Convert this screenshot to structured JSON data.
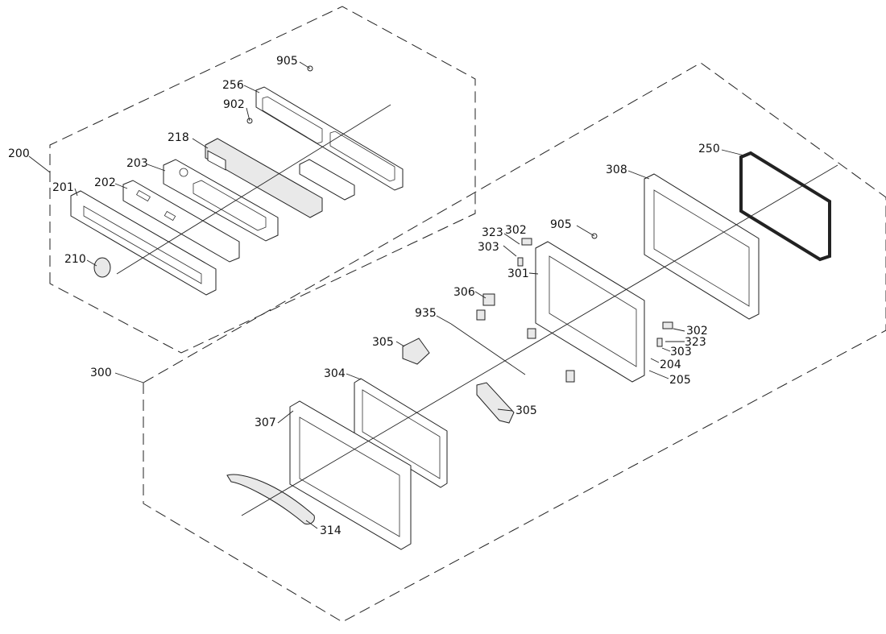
{
  "diagram": {
    "part_labels": [
      {
        "id": "l-200",
        "text": "200"
      },
      {
        "id": "l-905a",
        "text": "905"
      },
      {
        "id": "l-256",
        "text": "256"
      },
      {
        "id": "l-902",
        "text": "902"
      },
      {
        "id": "l-218",
        "text": "218"
      },
      {
        "id": "l-203",
        "text": "203"
      },
      {
        "id": "l-202",
        "text": "202"
      },
      {
        "id": "l-201",
        "text": "201"
      },
      {
        "id": "l-210",
        "text": "210"
      },
      {
        "id": "l-250",
        "text": "250"
      },
      {
        "id": "l-308",
        "text": "308"
      },
      {
        "id": "l-323a",
        "text": "323"
      },
      {
        "id": "l-302a",
        "text": "302"
      },
      {
        "id": "l-905b",
        "text": "905"
      },
      {
        "id": "l-303a",
        "text": "303"
      },
      {
        "id": "l-301",
        "text": "301"
      },
      {
        "id": "l-306",
        "text": "306"
      },
      {
        "id": "l-935",
        "text": "935"
      },
      {
        "id": "l-305a",
        "text": "305"
      },
      {
        "id": "l-302b",
        "text": "302"
      },
      {
        "id": "l-323b",
        "text": "323"
      },
      {
        "id": "l-303b",
        "text": "303"
      },
      {
        "id": "l-204",
        "text": "204"
      },
      {
        "id": "l-205",
        "text": "205"
      },
      {
        "id": "l-300",
        "text": "300"
      },
      {
        "id": "l-304",
        "text": "304"
      },
      {
        "id": "l-305b",
        "text": "305"
      },
      {
        "id": "l-307",
        "text": "307"
      },
      {
        "id": "l-314",
        "text": "314"
      }
    ]
  }
}
